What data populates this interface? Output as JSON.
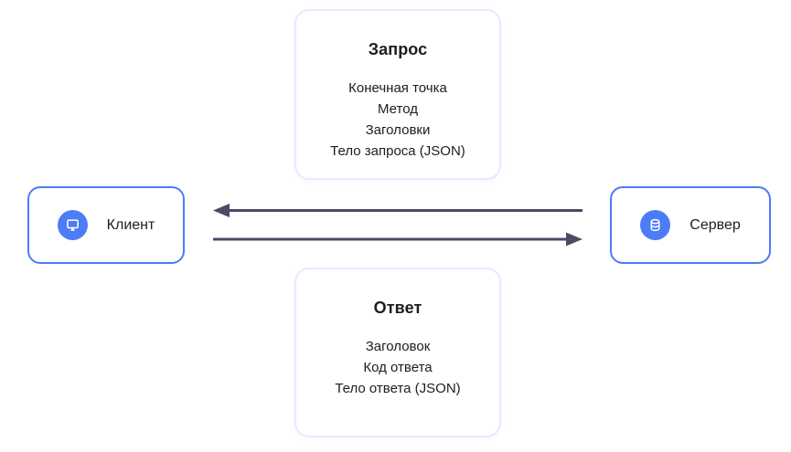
{
  "request_card": {
    "title": "Запрос",
    "items": [
      "Конечная точка",
      "Метод",
      "Заголовки",
      "Тело запроса (JSON)"
    ]
  },
  "response_card": {
    "title": "Ответ",
    "items": [
      "Заголовок",
      "Код ответа",
      "Тело ответа (JSON)"
    ]
  },
  "client_node": {
    "label": "Клиент",
    "icon": "monitor-icon"
  },
  "server_node": {
    "label": "Сервер",
    "icon": "database-icon"
  },
  "arrows": [
    {
      "name": "response-arrow",
      "direction": "right-to-left",
      "from": "Сервер",
      "to": "Клиент"
    },
    {
      "name": "request-arrow",
      "direction": "left-to-right",
      "from": "Клиент",
      "to": "Сервер"
    }
  ],
  "colors": {
    "accent_blue": "#4c7cf6",
    "arrow_color": "#4c4a66",
    "card_border": "#e4ecfc",
    "text_color": "#1b1d21"
  }
}
